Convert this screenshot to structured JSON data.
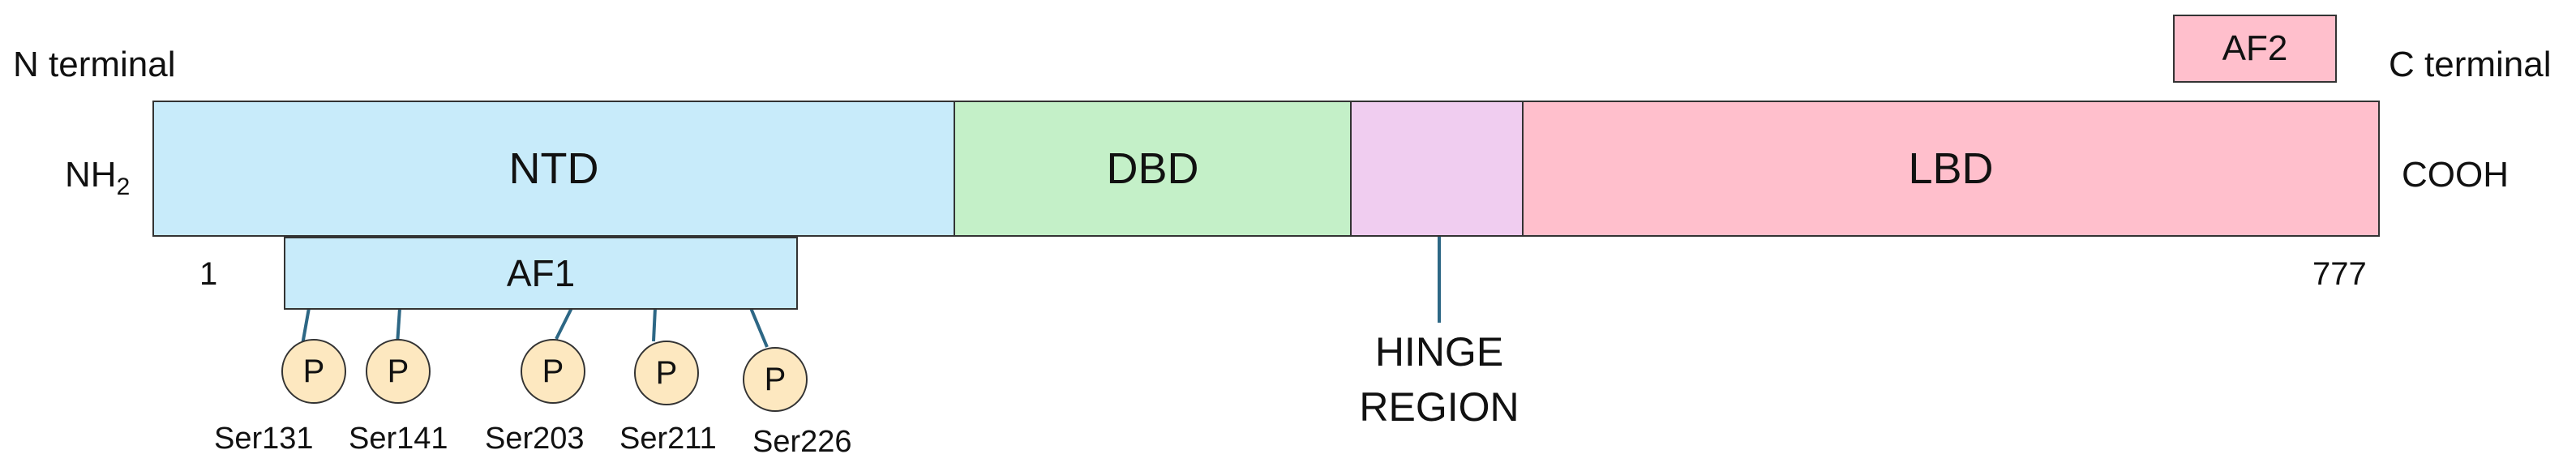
{
  "termini": {
    "n_terminal": "N terminal",
    "c_terminal": "C terminal",
    "nh": "NH",
    "nh_sub": "2",
    "cooh": "COOH"
  },
  "positions": {
    "start": "1",
    "end": "777"
  },
  "domains": [
    {
      "id": "ntd",
      "label": "NTD",
      "color": "#c8ebfa"
    },
    {
      "id": "dbd",
      "label": "DBD",
      "color": "#c4f0c8"
    },
    {
      "id": "hinge",
      "label": "",
      "color": "#f0cdf0"
    },
    {
      "id": "lbd",
      "label": "LBD",
      "color": "#ffbfcc"
    }
  ],
  "af1": {
    "label": "AF1",
    "color": "#c8ebfa"
  },
  "af2": {
    "label": "AF2",
    "color": "#ffbfcc"
  },
  "hinge_label": {
    "line1": "HINGE",
    "line2": "REGION"
  },
  "phosphorylation": {
    "symbol": "P",
    "sites": [
      "Ser131",
      "Ser141",
      "Ser203",
      "Ser211",
      "Ser226"
    ]
  },
  "colors": {
    "connector": "#2d6785",
    "outline": "#333333",
    "phospho_fill": "#fde8c0"
  }
}
